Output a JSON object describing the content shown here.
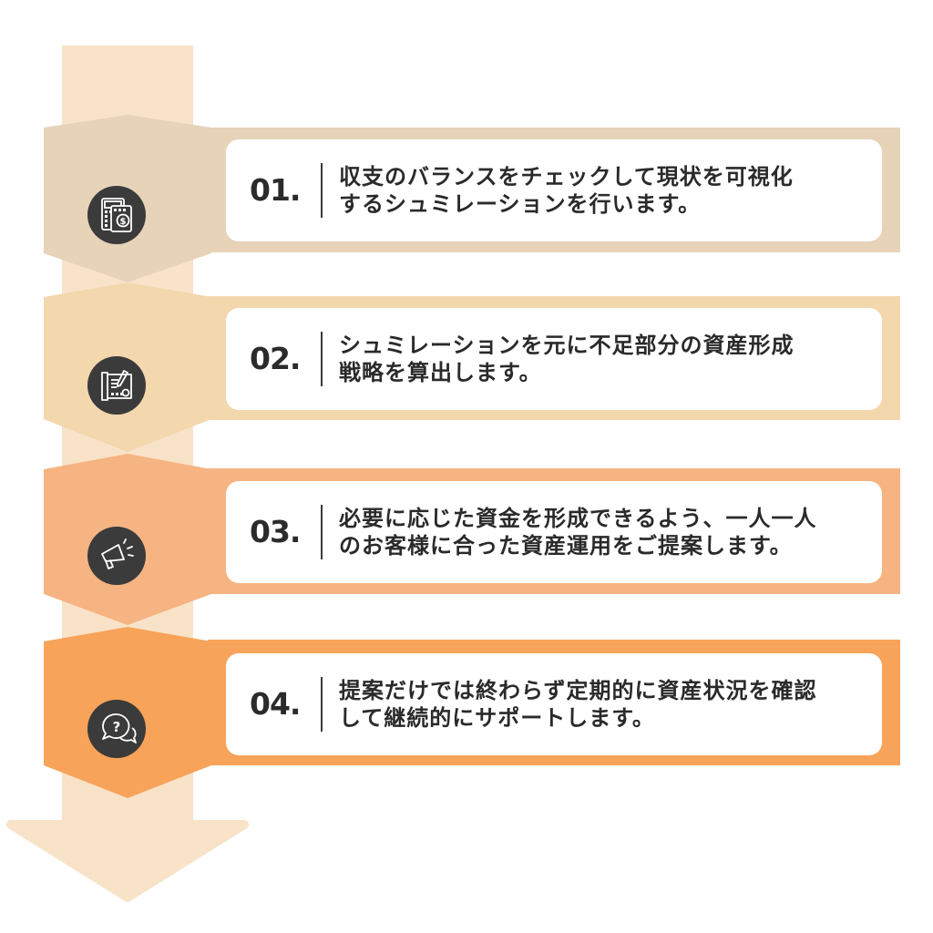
{
  "colors": {
    "arrow": "#f8e3c9",
    "step1": "#e6d3b8",
    "step2": "#f3d7ad",
    "step3": "#f6b482",
    "step4": "#f7a35a",
    "icon_bg": "#3b3b3b",
    "card": "#ffffff",
    "text": "#2a2a2a"
  },
  "steps": [
    {
      "number": "01.",
      "lines": [
        "収支のバランスをチェックして現状を可視化",
        "するシュミレーションを行います。"
      ],
      "icon": "calculator-icon"
    },
    {
      "number": "02.",
      "lines": [
        "シュミレーションを元に不足部分の資産形成",
        "戦略を算出します。"
      ],
      "icon": "plan-document-icon"
    },
    {
      "number": "03.",
      "lines": [
        "必要に応じた資金を形成できるよう、一人一人",
        "のお客様に合った資産運用をご提案します。"
      ],
      "icon": "megaphone-icon"
    },
    {
      "number": "04.",
      "lines": [
        "提案だけでは終わらず定期的に資産状況を確認",
        "して継続的にサポートします。"
      ],
      "icon": "question-chat-icon"
    }
  ]
}
